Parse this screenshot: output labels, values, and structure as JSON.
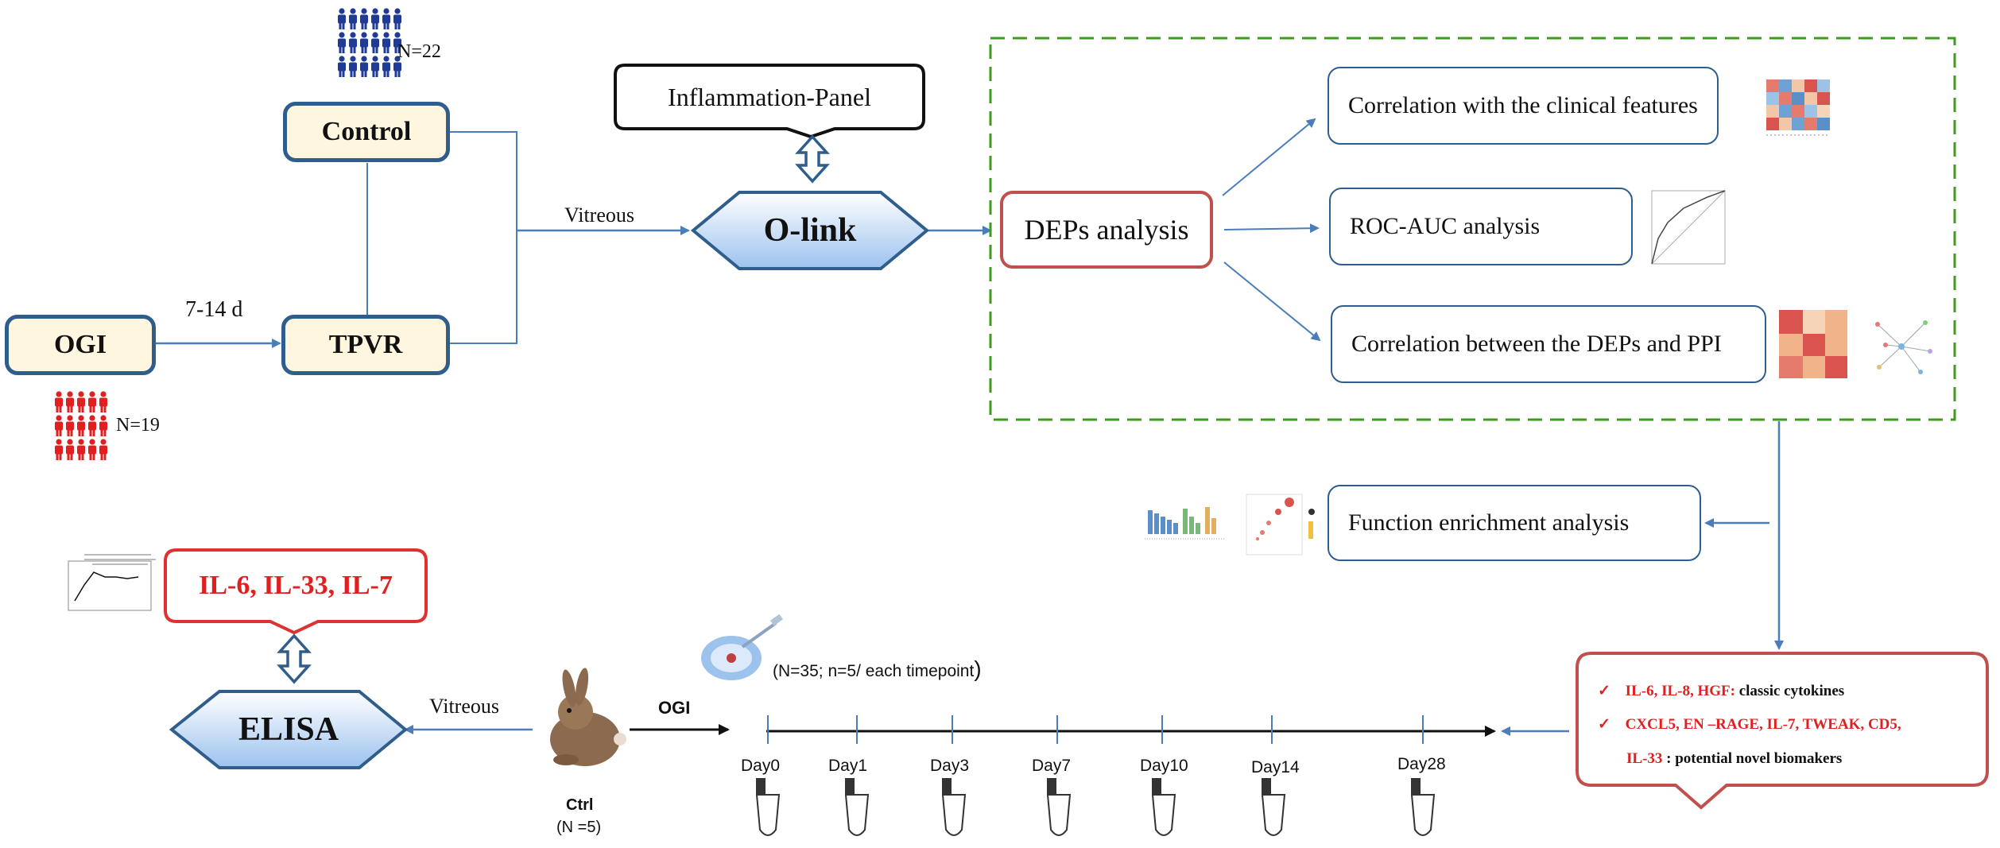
{
  "top": {
    "control_n": "N=22",
    "ogi_n": "N=19",
    "control": "Control",
    "ogi": "OGI",
    "tpvr": "TPVR",
    "interval": "7-14 d",
    "vitreous": "Vitreous",
    "panel": "Inflammation-Panel",
    "olink": "O-link"
  },
  "analysis": {
    "deps": "DEPs analysis",
    "items": [
      "Correlation with the clinical features",
      "ROC-AUC analysis",
      "Correlation between the DEPs and PPI"
    ],
    "function": "Function enrichment analysis"
  },
  "results": {
    "line1_red": "IL-6, IL-8, HGF:",
    "line1_black": " classic cytokines",
    "line2_red": "CXCL5, EN –RAGE, IL-7, TWEAK, CD5,",
    "line3_red": "IL-33",
    "line3_black": " : potential novel biomakers",
    "check": "✓"
  },
  "bottom": {
    "il_callout": "IL-6, IL-33, IL-7",
    "elisa": "ELISA",
    "vitreous": "Vitreous",
    "ogi": "OGI",
    "ctrl": "Ctrl",
    "ctrl_n": "(N =5)",
    "sample_note": "(N=35; n=5/ each timepoint",
    "sample_note_close": ")",
    "days": [
      "Day0",
      "Day1",
      "Day3",
      "Day7",
      "Day10",
      "Day14",
      "Day28"
    ]
  },
  "colors": {
    "navy_people": "#1f3b96",
    "red_people": "#e02020",
    "box_border": "#2f5d8c",
    "arrow": "#4a7ebb",
    "dashed_frame": "#3f9a1f",
    "red": "#c0504d",
    "text_red": "#e02020"
  }
}
